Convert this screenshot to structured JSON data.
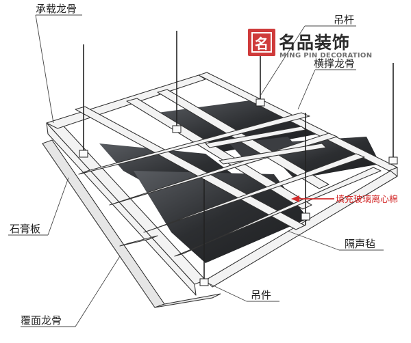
{
  "labels": {
    "main_keel": "承载龙骨",
    "hanger_rod": "吊杆",
    "cross_brace_keel": "横撑龙骨",
    "gypsum_board": "石膏板",
    "sound_felt": "隔声毡",
    "hanger_part": "吊件",
    "cover_keel": "覆面龙骨",
    "filling": "填充玻璃离心棉"
  },
  "brand": {
    "logo_char": "名",
    "name_cn": "名品装饰",
    "name_en": "MING PIN DECORATION"
  },
  "colors": {
    "accent_red": "#d32a2a",
    "panel_dark": "#2f3134",
    "frame_fill": "#f3f3f3",
    "line": "#333333"
  }
}
